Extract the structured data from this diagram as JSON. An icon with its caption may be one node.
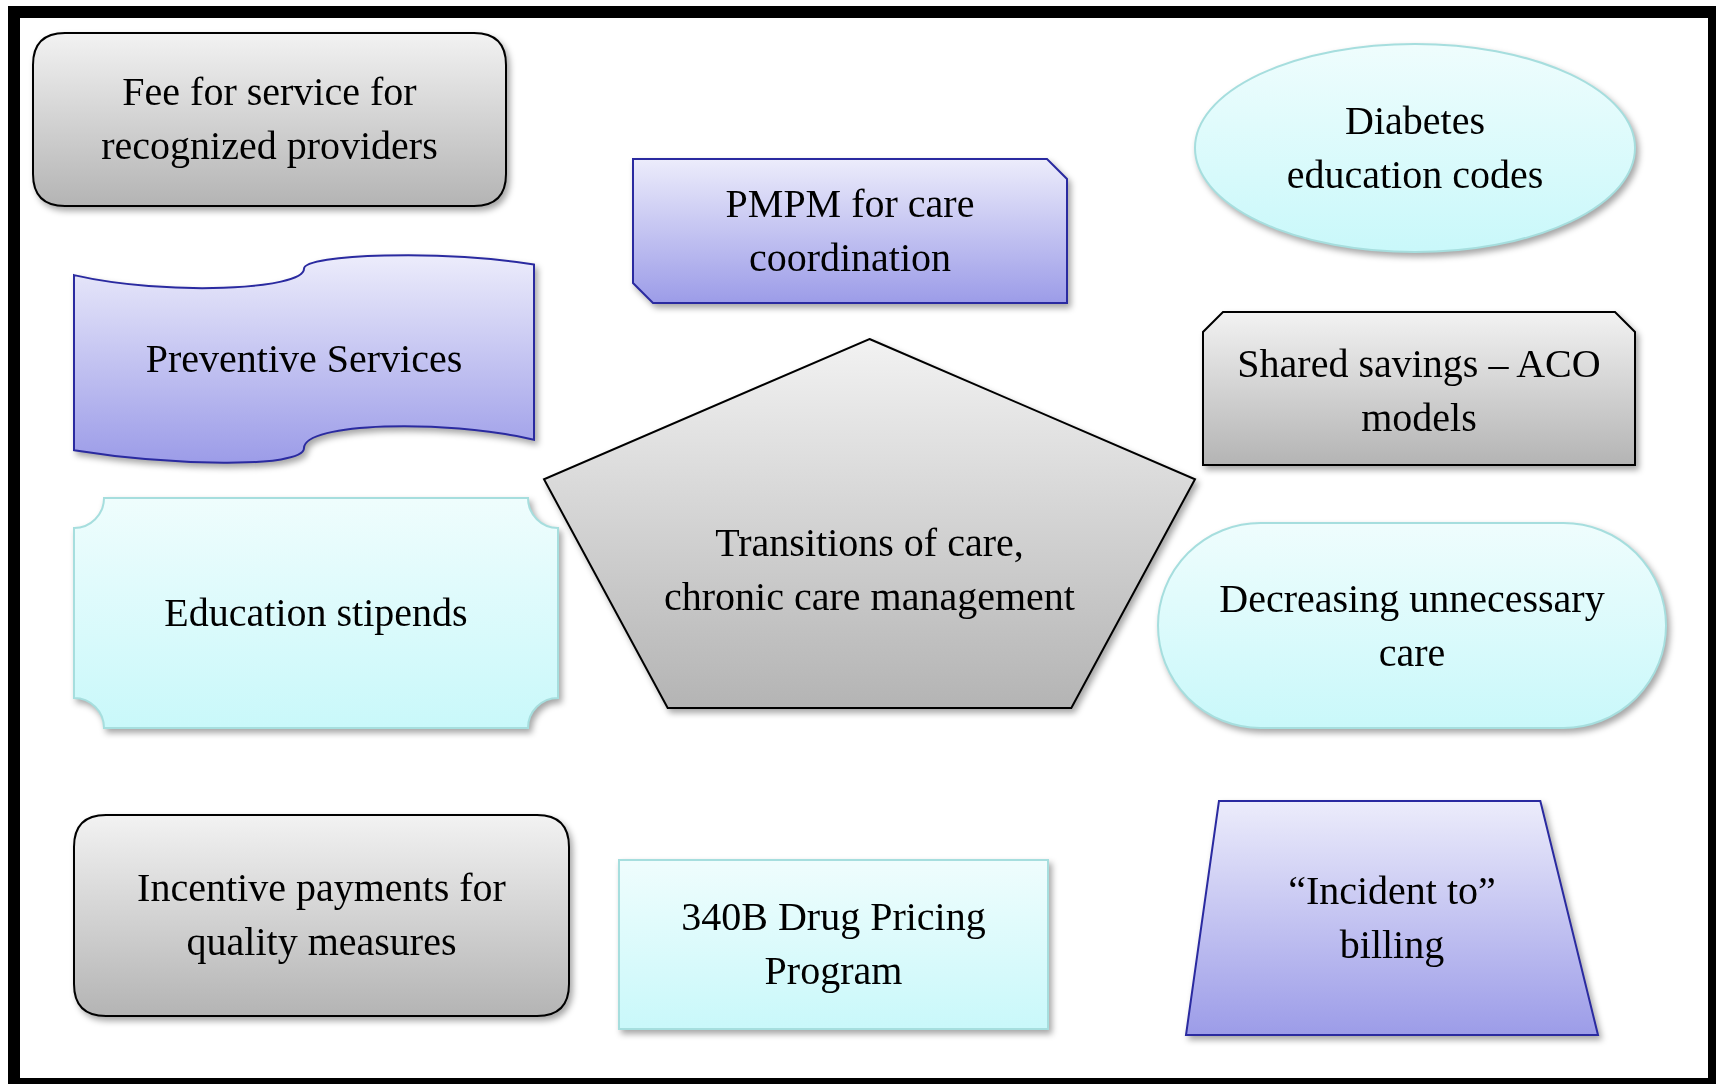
{
  "diagram": {
    "nodes": [
      {
        "text": [
          "Fee for service for recognized providers"
        ]
      },
      {
        "text": [
          "PMPM for care coordination"
        ]
      },
      {
        "text": [
          "Diabetes education codes"
        ]
      },
      {
        "text": [
          "Preventive Services"
        ]
      },
      {
        "text": [
          "Shared savings – ACO models"
        ]
      },
      {
        "text": [
          "Transitions of care, chronic care management"
        ]
      },
      {
        "text": [
          "Education stipends"
        ]
      },
      {
        "text": [
          "Decreasing unnecessary care"
        ]
      },
      {
        "text": [
          "Incentive payments for quality measures"
        ]
      },
      {
        "text": [
          "340B Drug Pricing Program"
        ]
      },
      {
        "text": [
          "“Incident to” billing"
        ]
      }
    ]
  }
}
